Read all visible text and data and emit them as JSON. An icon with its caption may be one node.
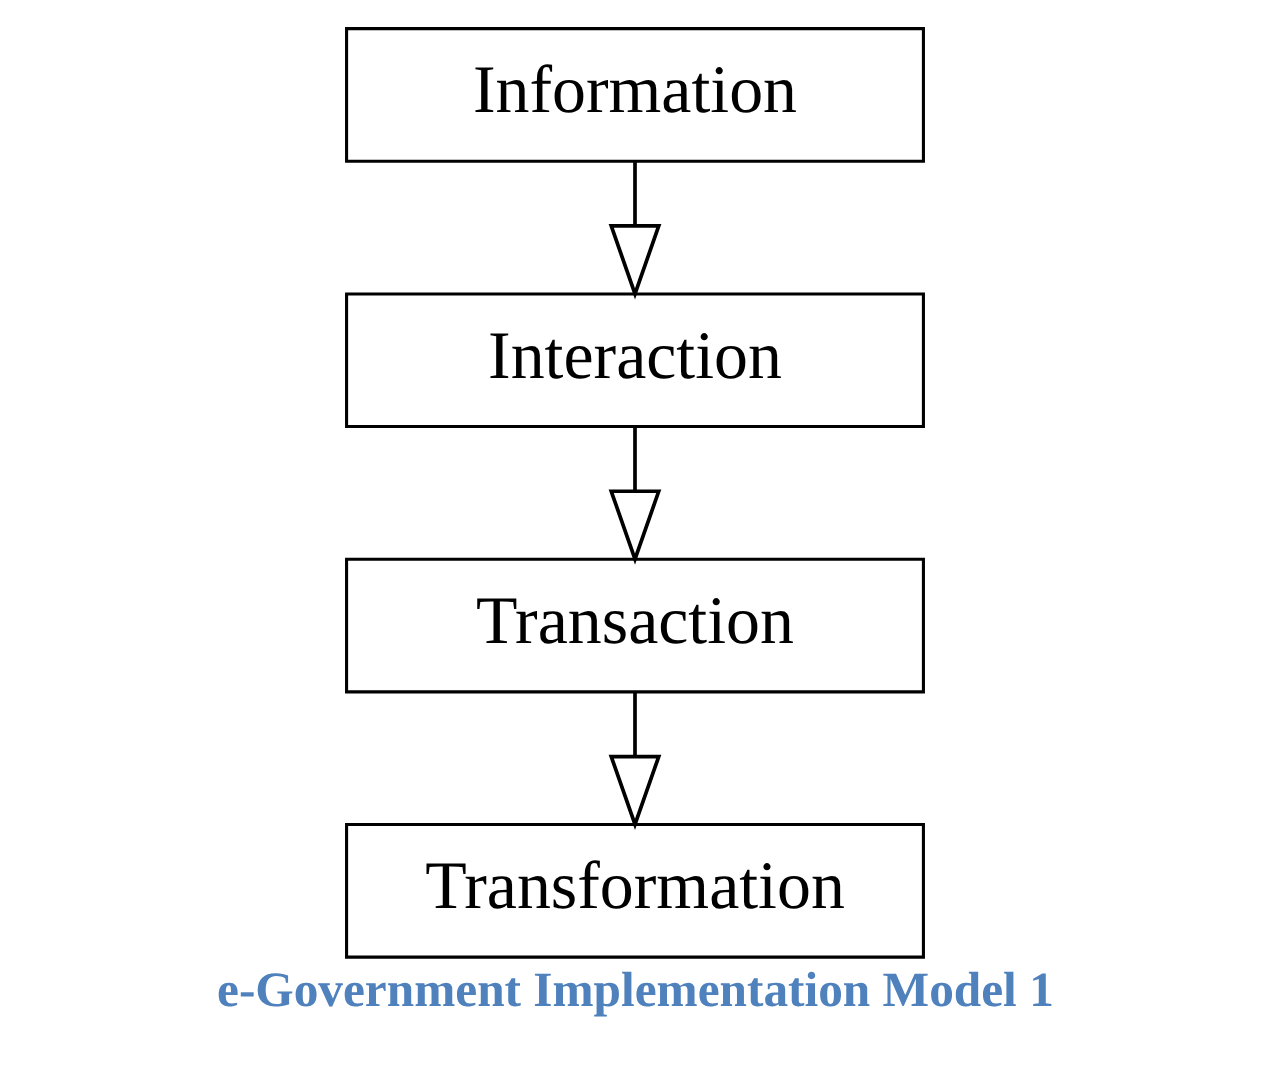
{
  "diagram": {
    "caption": "e-Government Implementation Model 1",
    "nodes": [
      {
        "text": [
          "Information"
        ]
      },
      {
        "text": [
          "Interaction"
        ]
      },
      {
        "text": [
          "Transaction"
        ]
      },
      {
        "text": [
          "Transformation"
        ]
      }
    ],
    "edges": [
      {
        "from": 0,
        "to": 1,
        "arrow": "to"
      },
      {
        "from": 1,
        "to": 2,
        "arrow": "to"
      },
      {
        "from": 2,
        "to": 3,
        "arrow": "to"
      }
    ]
  }
}
